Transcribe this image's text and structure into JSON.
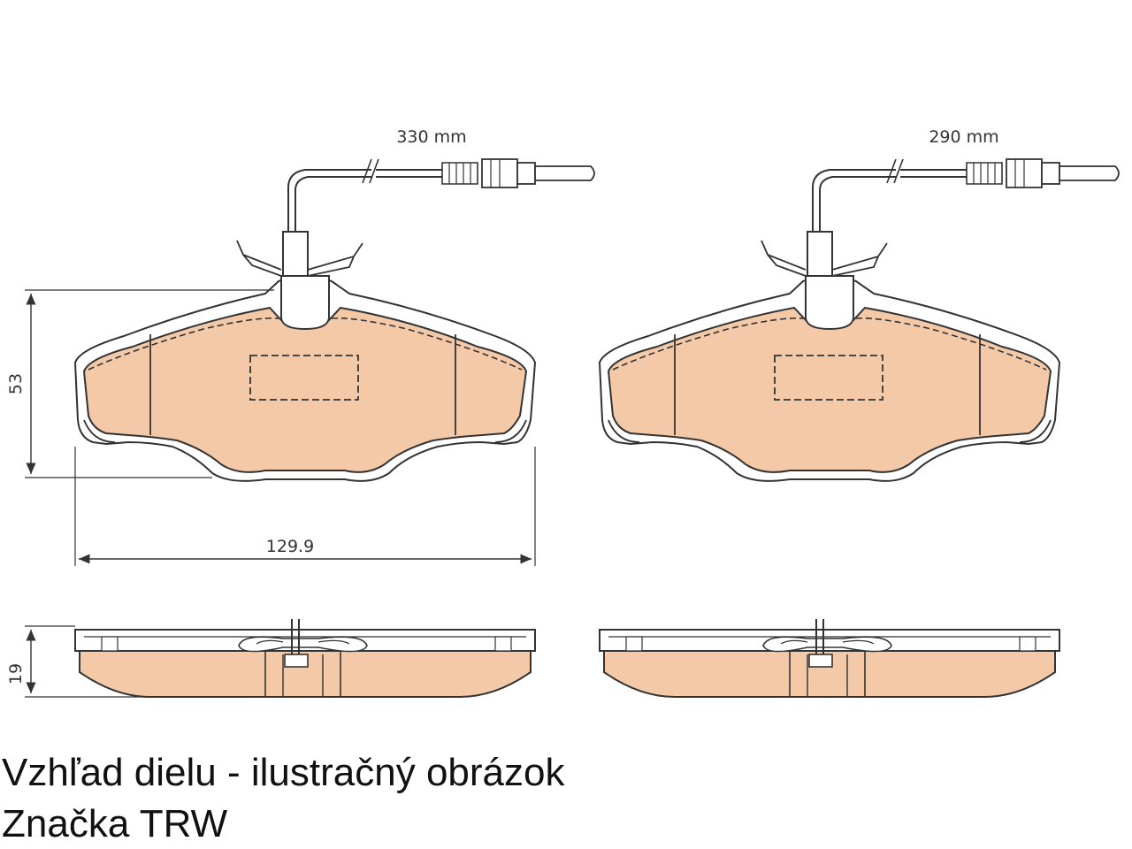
{
  "drawing": {
    "colors": {
      "pad": "#f4c9a8",
      "line": "#333333",
      "background": "#ffffff"
    },
    "left_pad": {
      "wire_length_label": "330 mm"
    },
    "right_pad": {
      "wire_length_label": "290 mm"
    },
    "dimensions": {
      "height": "53",
      "width": "129.9",
      "thickness": "19"
    }
  },
  "caption": {
    "line1": "Vzhľad dielu - ilustračný obrázok",
    "line2": "Značka TRW"
  }
}
